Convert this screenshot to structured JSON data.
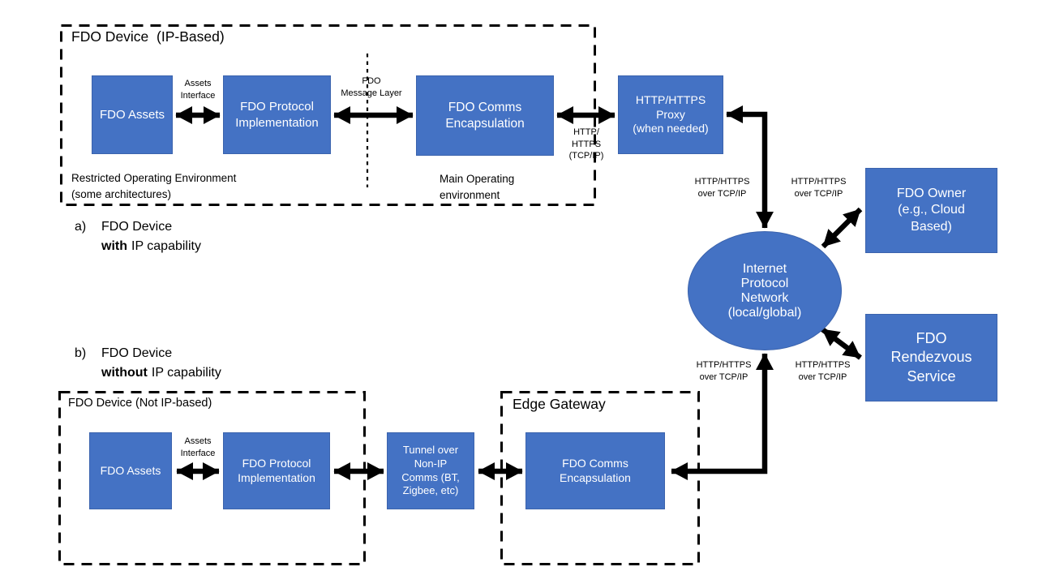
{
  "colors": {
    "box_fill": "#4472C4",
    "box_border": "#3B63AD",
    "arrow": "#000000",
    "text": "#000000"
  },
  "section_a": {
    "container_title": "FDO Device  (IP-Based)",
    "caption": {
      "num": "a)",
      "line1": "FDO Device",
      "bold_word": "with",
      "rest": "IP capability"
    },
    "restricted_env": {
      "lines": [
        "Restricted Operating Environment",
        "(some architectures)"
      ]
    },
    "main_env": {
      "lines": [
        "Main Operating",
        "environment"
      ]
    },
    "boxes": {
      "assets": {
        "lines": [
          "FDO Assets"
        ]
      },
      "protocol": {
        "lines": [
          "FDO Protocol",
          "Implementation"
        ]
      },
      "comms": {
        "lines": [
          "FDO Comms",
          "Encapsulation"
        ]
      },
      "proxy": {
        "lines": [
          "HTTP/HTTPS",
          "Proxy",
          "(when needed)"
        ]
      }
    },
    "labels": {
      "assets_interface": {
        "lines": [
          "Assets",
          "Interface"
        ]
      },
      "message_layer": {
        "lines": [
          "FDO",
          "Message Layer"
        ]
      },
      "http_tcpip": {
        "lines": [
          "HTTP/",
          "HTTPS",
          "(TCP/IP)"
        ]
      }
    }
  },
  "section_b": {
    "container_title": "FDO Device (Not IP-based)",
    "caption": {
      "num": "b)",
      "line1": "FDO Device",
      "bold_word": "without",
      "rest": "IP capability"
    },
    "edge_gateway_title": "Edge Gateway",
    "boxes": {
      "assets": {
        "lines": [
          "FDO Assets"
        ]
      },
      "protocol": {
        "lines": [
          "FDO Protocol",
          "Implementation"
        ]
      },
      "tunnel": {
        "lines": [
          "Tunnel over",
          "Non-IP",
          "Comms (BT,",
          "Zigbee, etc)"
        ]
      },
      "comms": {
        "lines": [
          "FDO Comms",
          "Encapsulation"
        ]
      }
    },
    "labels": {
      "assets_interface": {
        "lines": [
          "Assets",
          "Interface"
        ]
      }
    }
  },
  "network": {
    "ellipse": {
      "lines": [
        "Internet",
        "Protocol",
        "Network",
        "(local/global)"
      ]
    },
    "owner": {
      "lines": [
        "FDO Owner",
        "(e.g., Cloud",
        "Based)"
      ]
    },
    "rendezvous": {
      "lines": [
        "FDO",
        "Rendezvous",
        "Service"
      ]
    },
    "link_label": {
      "lines": [
        "HTTP/HTTPS",
        "over TCP/IP"
      ]
    }
  }
}
